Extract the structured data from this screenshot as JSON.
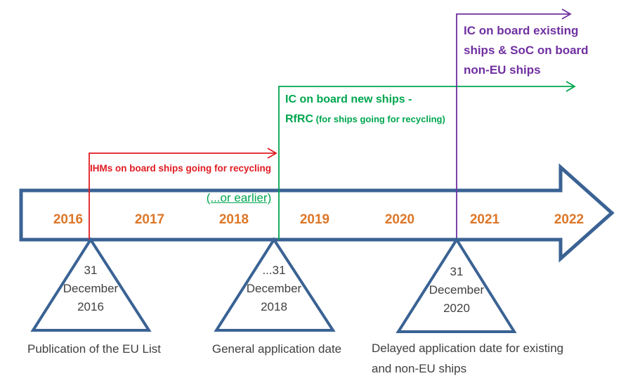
{
  "colors": {
    "blue": "#3A6294",
    "orange": "#DD7628",
    "red": "#E11B22",
    "green": "#00A64F",
    "purple": "#7030A0",
    "text": "#3F3F3F"
  },
  "timeline": {
    "years": [
      "2016",
      "2017",
      "2018",
      "2019",
      "2020",
      "2021",
      "2022"
    ]
  },
  "annotations": {
    "red_label": "IHMs on board ships going for recycling",
    "or_earlier": "(...or earlier)",
    "green_line1": "IC on board new ships -",
    "green_line2_strong": "RfRC",
    "green_line2_rest": " (for ships going for recycling)",
    "purple_lines": [
      "IC on board existing",
      "ships & SoC on board",
      "non-EU ships"
    ]
  },
  "milestones": [
    {
      "date_lines": [
        "31",
        "December",
        "2016"
      ],
      "label_lines": [
        "Publication of the EU List"
      ]
    },
    {
      "date_lines": [
        "...31",
        "December",
        "2018"
      ],
      "label_lines": [
        "General application date"
      ]
    },
    {
      "date_lines": [
        "31",
        "December",
        "2020"
      ],
      "label_lines": [
        "Delayed application date for existing",
        "and non-EU ships"
      ]
    }
  ]
}
